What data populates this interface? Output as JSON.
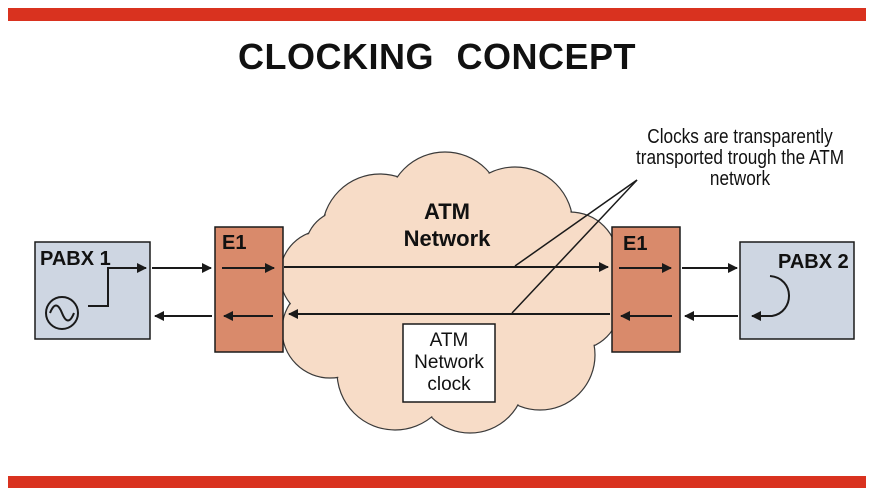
{
  "title": "CLOCKING  CONCEPT",
  "nodes": {
    "pabx1": "PABX 1",
    "pabx2": "PABX 2",
    "e1_left": "E1",
    "e1_right": "E1",
    "cloud": "ATM Network",
    "network_clock": "ATM Network clock"
  },
  "annotation": "Clocks are transparently transported trough the ATM network",
  "colors": {
    "accent_bar": "#d9321f",
    "pabx_fill": "#ced6e2",
    "e1_fill": "#d98a6b",
    "cloud_fill": "#f7dcc7",
    "line": "#1a1a1a"
  },
  "icons": {
    "clock_source": "sine-wave-icon",
    "loopback": "loopback-arrow-icon"
  }
}
